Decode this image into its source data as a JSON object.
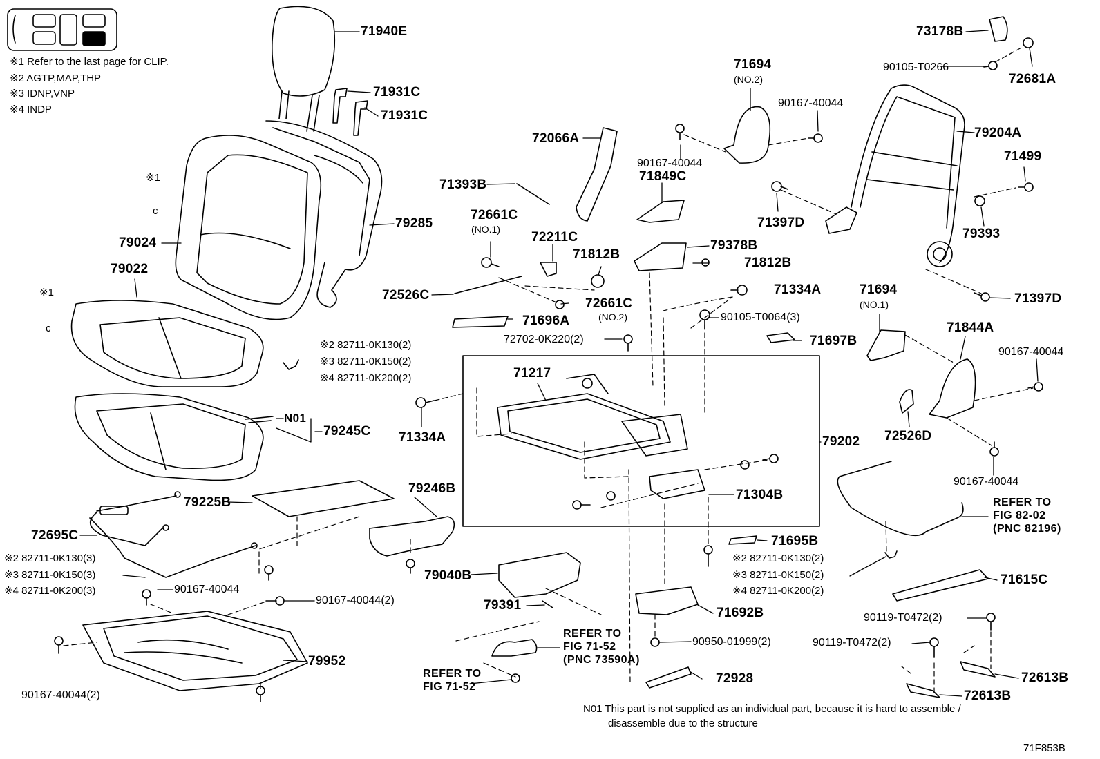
{
  "notes": [
    "※1 Refer to the last page for CLIP.",
    "※2 AGTP,MAP,THP",
    "※3 IDNP,VNP",
    "※4 INDP"
  ],
  "labels": {
    "p71940E": "71940E",
    "p71931C_a": "71931C",
    "p71931C_b": "71931C",
    "p79285": "79285",
    "p79024": "79024",
    "p79022": "79022",
    "mark1_a": "※1",
    "mark1_b": "※1",
    "p82711_a2": "※2 82711-0K130(2)",
    "p82711_a3": "※3 82711-0K150(2)",
    "p82711_a4": "※4 82711-0K200(2)",
    "pN01": "N01",
    "p79245C": "79245C",
    "p79225B": "79225B",
    "p72695C": "72695C",
    "p82711_b2": "※2 82711-0K130(3)",
    "p82711_b3": "※3 82711-0K150(3)",
    "p82711_b4": "※4 82711-0K200(3)",
    "p90167_40044_a": "90167-40044",
    "p90167_40044_2a": "90167-40044(2)",
    "p90167_40044_2b": "90167-40044(2)",
    "p79952": "79952",
    "p79246B": "79246B",
    "p79040B": "79040B",
    "p79391": "79391",
    "p72066A": "72066A",
    "p71393B": "71393B",
    "p72661C_1": "72661C",
    "no1_a": "(NO.1)",
    "p72211C": "72211C",
    "p72526C": "72526C",
    "p72661C_2": "72661C",
    "no2_a": "(NO.2)",
    "p71696A": "71696A",
    "p72702": "72702-0K220(2)",
    "p71217": "71217",
    "p71334A_a": "71334A",
    "p71334A_b": "71334A",
    "p71812B_a": "71812B",
    "p71812B_b": "71812B",
    "p79378B": "79378B",
    "p71849C": "71849C",
    "p90167_40044_b": "90167-40044",
    "p71694_2": "71694",
    "no2_b": "(NO.2)",
    "p90167_40044_c": "90167-40044",
    "p90105_T0064": "90105-T0064(3)",
    "p71697B": "71697B",
    "p79202": "79202",
    "p71304B": "71304B",
    "p71695B": "71695B",
    "p82711_c2": "※2 82711-0K130(2)",
    "p82711_c3": "※3 82711-0K150(2)",
    "p82711_c4": "※4 82711-0K200(2)",
    "p71692B": "71692B",
    "p90950": "90950-01999(2)",
    "p72928": "72928",
    "p73178B": "73178B",
    "p90105_T0266": "90105-T0266",
    "p72681A": "72681A",
    "p79204A": "79204A",
    "p71499": "71499",
    "p71397D_a": "71397D",
    "p79393": "79393",
    "p71397D_b": "71397D",
    "p71694_1": "71694",
    "no1_b": "(NO.1)",
    "p71844A": "71844A",
    "p90167_40044_d": "90167-40044",
    "p72526D": "72526D",
    "p90167_40044_e": "90167-40044",
    "p71615C": "71615C",
    "p90119_a": "90119-T0472(2)",
    "p90119_b": "90119-T0472(2)",
    "p72613B_a": "72613B",
    "p72613B_b": "72613B"
  },
  "refs": {
    "fig82": [
      "REFER TO",
      "FIG 82-02",
      "(PNC 82196)"
    ],
    "fig71_a": [
      "REFER TO",
      "FIG 71-52",
      "(PNC 73590A)"
    ],
    "fig71_b": [
      "REFER TO",
      "FIG 71-52"
    ]
  },
  "footnote": [
    "N01 This part is not supplied as an individual part, because it is hard to assemble /",
    "disassemble due to the structure"
  ],
  "figure_id": "71F853B"
}
